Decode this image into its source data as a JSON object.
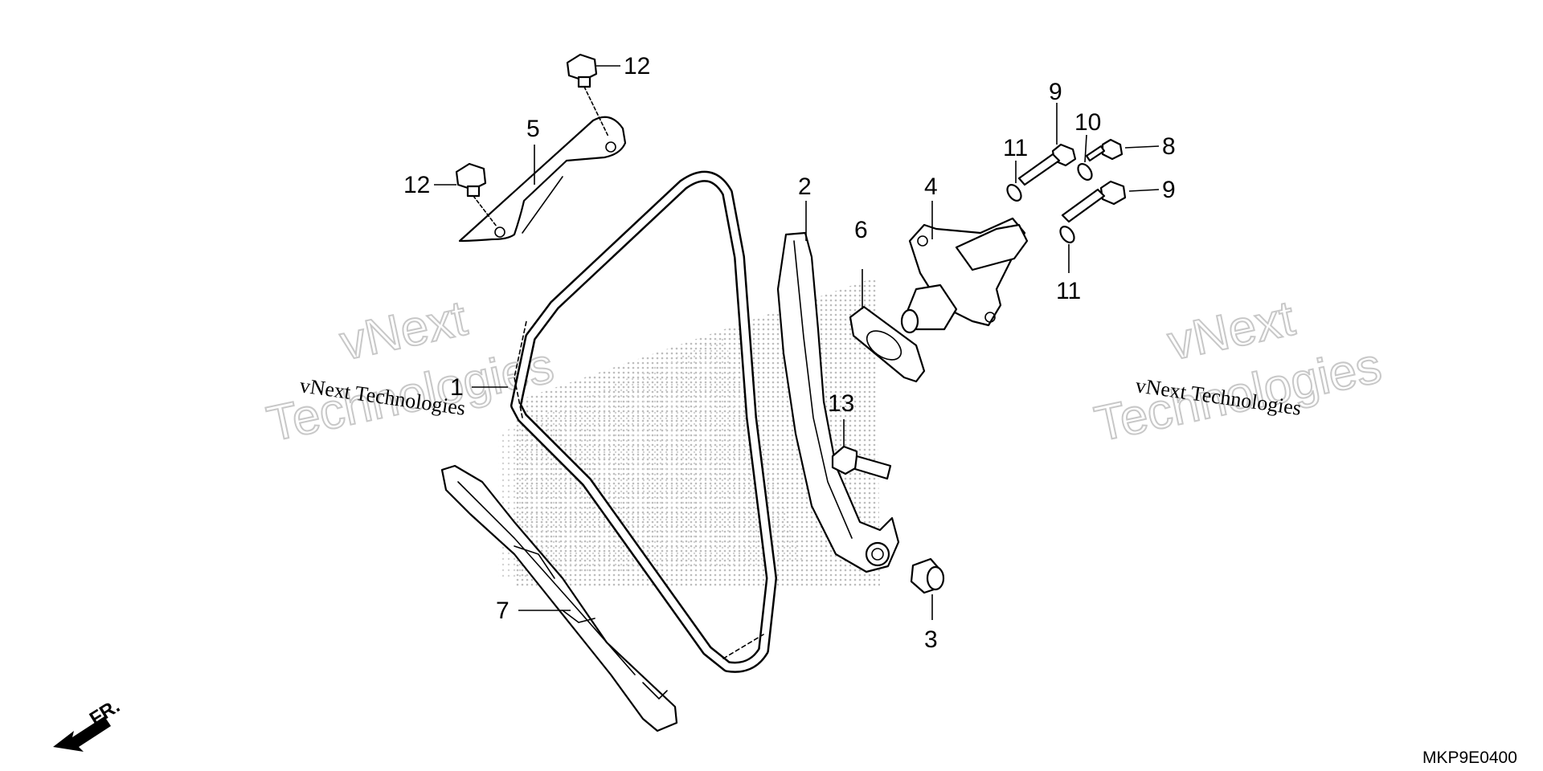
{
  "callouts": [
    {
      "id": "1",
      "text": "1"
    },
    {
      "id": "2",
      "text": "2"
    },
    {
      "id": "3",
      "text": "3"
    },
    {
      "id": "4",
      "text": "4"
    },
    {
      "id": "5",
      "text": "5"
    },
    {
      "id": "6",
      "text": "6"
    },
    {
      "id": "7",
      "text": "7"
    },
    {
      "id": "8",
      "text": "8"
    },
    {
      "id": "9a",
      "text": "9"
    },
    {
      "id": "9b",
      "text": "9"
    },
    {
      "id": "10",
      "text": "10"
    },
    {
      "id": "11a",
      "text": "11"
    },
    {
      "id": "11b",
      "text": "11"
    },
    {
      "id": "12a",
      "text": "12"
    },
    {
      "id": "12b",
      "text": "12"
    },
    {
      "id": "13",
      "text": "13"
    }
  ],
  "watermark": {
    "line1": "vNext",
    "line2": "Technologies",
    "small": "vNext Technologies"
  },
  "diagram_code": "MKP9E0400",
  "front_indicator": "FR."
}
